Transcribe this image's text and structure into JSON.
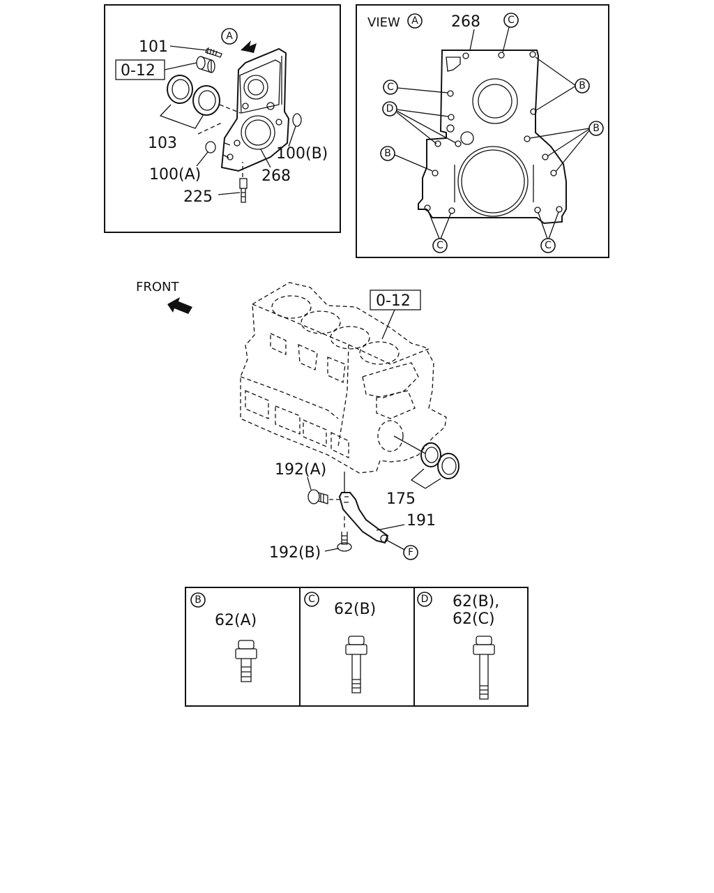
{
  "callouts": {
    "top_left": {
      "view_marker": "A",
      "part_101": "101",
      "ref_box": "0-12",
      "part_103": "103",
      "part_100a": "100(A)",
      "part_100b": "100(B)",
      "part_268": "268",
      "part_225": "225"
    },
    "top_right": {
      "view_label": "VIEW",
      "view_marker": "A",
      "part_268": "268",
      "markers": {
        "c_top": "C",
        "b_right_1": "B",
        "c_left": "C",
        "d_left": "D",
        "b_right_2": "B",
        "b_left": "B",
        "c_bottom_left": "C",
        "c_bottom_right": "C"
      }
    },
    "middle": {
      "front_label": "FRONT",
      "ref_box": "0-12",
      "part_192a": "192(A)",
      "part_175": "175",
      "part_191": "191",
      "part_192b": "192(B)",
      "marker_f": "F"
    },
    "legend": [
      {
        "marker": "B",
        "line1": "62(A)",
        "line2": ""
      },
      {
        "marker": "C",
        "line1": "62(B)",
        "line2": ""
      },
      {
        "marker": "D",
        "line1": "62(B),",
        "line2": "62(C)"
      }
    ]
  },
  "colors": {
    "ink": "#111111",
    "paper": "#ffffff"
  }
}
